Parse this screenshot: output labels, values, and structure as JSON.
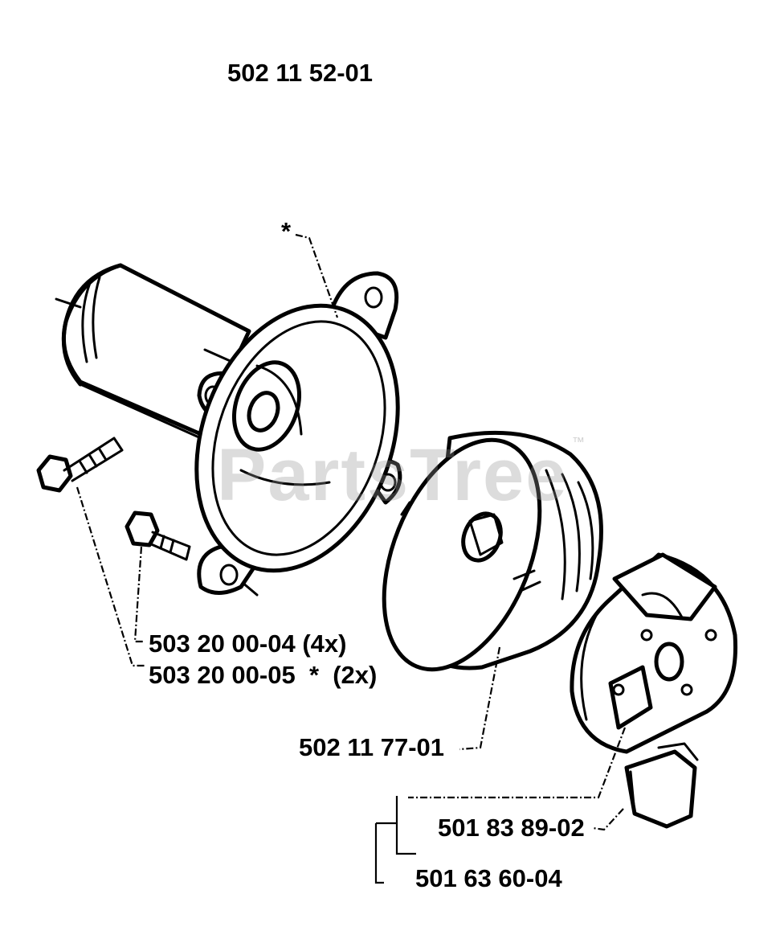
{
  "title": "502 11 52-01",
  "labels": {
    "screw_4x": "503 20 00-04 (4x)",
    "screw_2x": "503 20 00-05  *  (2x)",
    "drum": "502 11 77-01",
    "spring": "501 83 89-02",
    "clutch": "501 63 60-04",
    "asterisk": "*"
  },
  "watermark": {
    "text": "PartsTree",
    "tm": "™"
  }
}
